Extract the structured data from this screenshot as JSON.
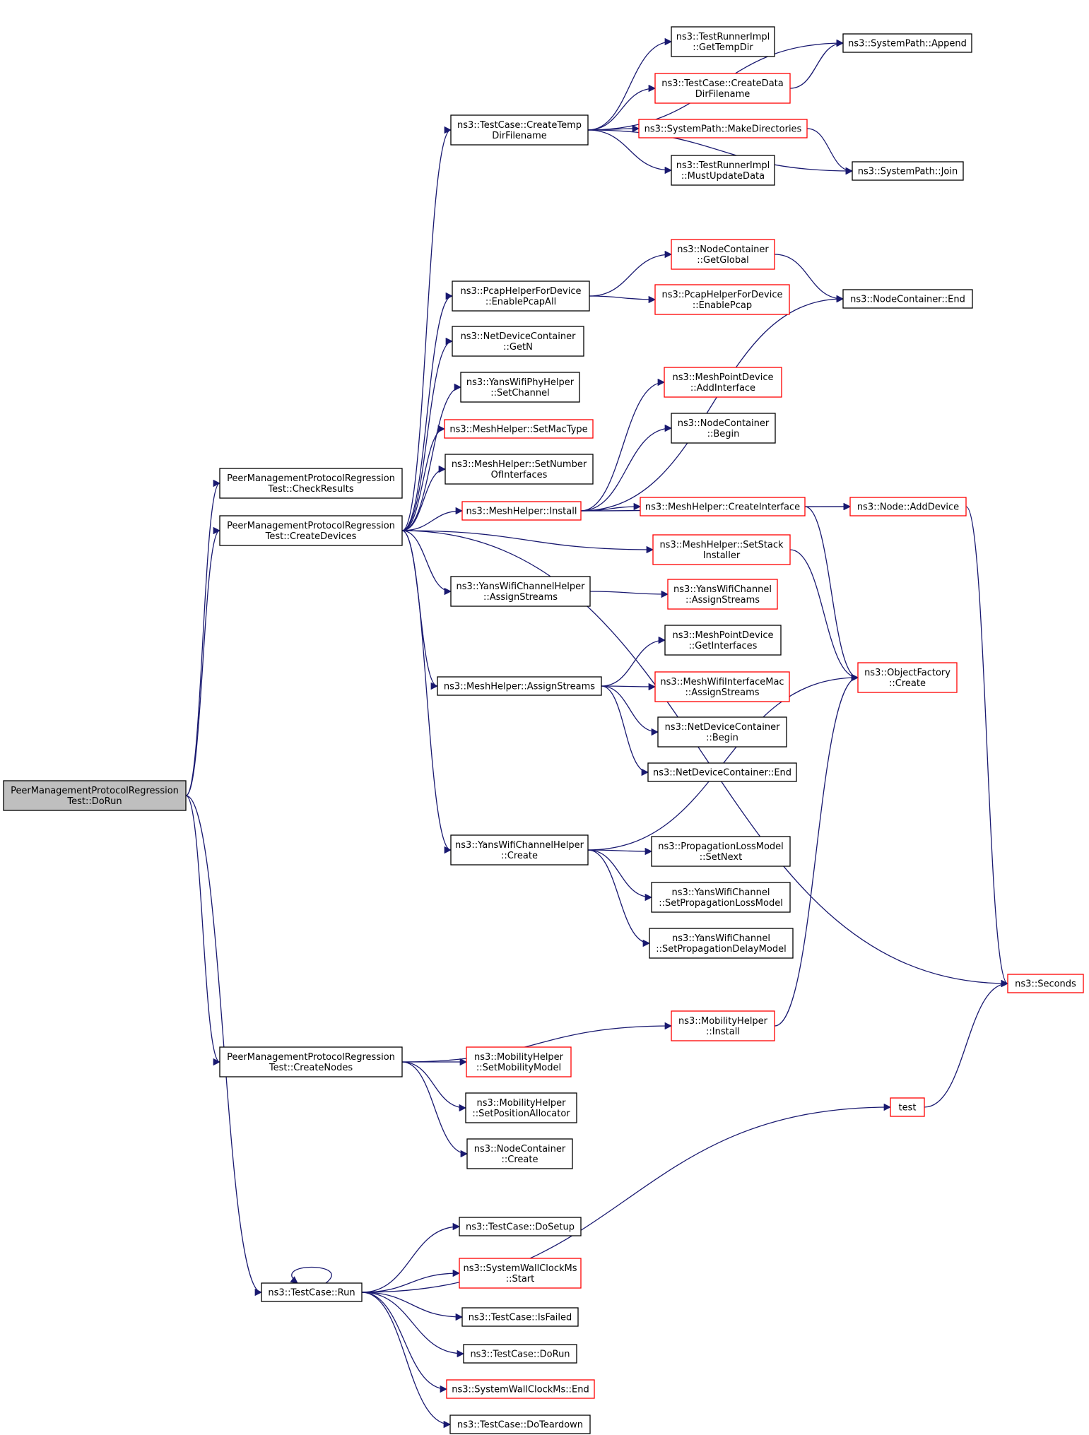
{
  "colors": {
    "edge": "#191970",
    "normal_border": "#000000",
    "red_border": "#ff0000",
    "root_fill": "#bfbfbf",
    "fill": "#ffffff"
  },
  "nodes": [
    {
      "id": "dorun",
      "lines": [
        "PeerManagementProtocolRegression",
        "Test::DoRun"
      ],
      "style": "root"
    },
    {
      "id": "checkresults",
      "lines": [
        "PeerManagementProtocolRegression",
        "Test::CheckResults"
      ],
      "style": "normal"
    },
    {
      "id": "createdevices",
      "lines": [
        "PeerManagementProtocolRegression",
        "Test::CreateDevices"
      ],
      "style": "normal"
    },
    {
      "id": "createnodes",
      "lines": [
        "PeerManagementProtocolRegression",
        "Test::CreateNodes"
      ],
      "style": "normal"
    },
    {
      "id": "run",
      "lines": [
        "ns3::TestCase::Run"
      ],
      "style": "normal"
    },
    {
      "id": "createtempdir",
      "lines": [
        "ns3::TestCase::CreateTemp",
        "DirFilename"
      ],
      "style": "normal"
    },
    {
      "id": "gettempdir",
      "lines": [
        "ns3::TestRunnerImpl",
        "::GetTempDir"
      ],
      "style": "normal"
    },
    {
      "id": "createdatadir",
      "lines": [
        "ns3::TestCase::CreateData",
        "DirFilename"
      ],
      "style": "red"
    },
    {
      "id": "append",
      "lines": [
        "ns3::SystemPath::Append"
      ],
      "style": "normal"
    },
    {
      "id": "makedirs",
      "lines": [
        "ns3::SystemPath::MakeDirectories"
      ],
      "style": "red"
    },
    {
      "id": "mustupdate",
      "lines": [
        "ns3::TestRunnerImpl",
        "::MustUpdateData"
      ],
      "style": "normal"
    },
    {
      "id": "join",
      "lines": [
        "ns3::SystemPath::Join"
      ],
      "style": "normal"
    },
    {
      "id": "enablepcapall",
      "lines": [
        "ns3::PcapHelperForDevice",
        "::EnablePcapAll"
      ],
      "style": "normal"
    },
    {
      "id": "getglobal",
      "lines": [
        "ns3::NodeContainer",
        "::GetGlobal"
      ],
      "style": "red"
    },
    {
      "id": "enablepcap",
      "lines": [
        "ns3::PcapHelperForDevice",
        "::EnablePcap"
      ],
      "style": "red"
    },
    {
      "id": "ncend",
      "lines": [
        "ns3::NodeContainer::End"
      ],
      "style": "normal"
    },
    {
      "id": "getn",
      "lines": [
        "ns3::NetDeviceContainer",
        "::GetN"
      ],
      "style": "normal"
    },
    {
      "id": "setchannel",
      "lines": [
        "ns3::YansWifiPhyHelper",
        "::SetChannel"
      ],
      "style": "normal"
    },
    {
      "id": "setmactype",
      "lines": [
        "ns3::MeshHelper::SetMacType"
      ],
      "style": "red"
    },
    {
      "id": "setnumif",
      "lines": [
        "ns3::MeshHelper::SetNumber",
        "OfInterfaces"
      ],
      "style": "normal"
    },
    {
      "id": "meshinstall",
      "lines": [
        "ns3::MeshHelper::Install"
      ],
      "style": "red"
    },
    {
      "id": "addinterface",
      "lines": [
        "ns3::MeshPointDevice",
        "::AddInterface"
      ],
      "style": "red"
    },
    {
      "id": "ncbegin",
      "lines": [
        "ns3::NodeContainer",
        "::Begin"
      ],
      "style": "normal"
    },
    {
      "id": "createinterface",
      "lines": [
        "ns3::MeshHelper::CreateInterface"
      ],
      "style": "red"
    },
    {
      "id": "adddevice",
      "lines": [
        "ns3::Node::AddDevice"
      ],
      "style": "red"
    },
    {
      "id": "setstack",
      "lines": [
        "ns3::MeshHelper::SetStack",
        "Installer"
      ],
      "style": "red"
    },
    {
      "id": "ywch_assign",
      "lines": [
        "ns3::YansWifiChannelHelper",
        "::AssignStreams"
      ],
      "style": "normal"
    },
    {
      "id": "ywc_assign",
      "lines": [
        "ns3::YansWifiChannel",
        "::AssignStreams"
      ],
      "style": "red"
    },
    {
      "id": "getinterfaces",
      "lines": [
        "ns3::MeshPointDevice",
        "::GetInterfaces"
      ],
      "style": "normal"
    },
    {
      "id": "mesh_assign",
      "lines": [
        "ns3::MeshHelper::AssignStreams"
      ],
      "style": "normal"
    },
    {
      "id": "mwim_assign",
      "lines": [
        "ns3::MeshWifiInterfaceMac",
        "::AssignStreams"
      ],
      "style": "red"
    },
    {
      "id": "objfactory",
      "lines": [
        "ns3::ObjectFactory",
        "::Create"
      ],
      "style": "red"
    },
    {
      "id": "ndcbegin",
      "lines": [
        "ns3::NetDeviceContainer",
        "::Begin"
      ],
      "style": "normal"
    },
    {
      "id": "ndcend",
      "lines": [
        "ns3::NetDeviceContainer::End"
      ],
      "style": "normal"
    },
    {
      "id": "ywch_create",
      "lines": [
        "ns3::YansWifiChannelHelper",
        "::Create"
      ],
      "style": "normal"
    },
    {
      "id": "setnext",
      "lines": [
        "ns3::PropagationLossModel",
        "::SetNext"
      ],
      "style": "normal"
    },
    {
      "id": "setloss",
      "lines": [
        "ns3::YansWifiChannel",
        "::SetPropagationLossModel"
      ],
      "style": "normal"
    },
    {
      "id": "setdelay",
      "lines": [
        "ns3::YansWifiChannel",
        "::SetPropagationDelayModel"
      ],
      "style": "normal"
    },
    {
      "id": "seconds",
      "lines": [
        "ns3::Seconds"
      ],
      "style": "red"
    },
    {
      "id": "mobinstall",
      "lines": [
        "ns3::MobilityHelper",
        "::Install"
      ],
      "style": "red"
    },
    {
      "id": "setmobility",
      "lines": [
        "ns3::MobilityHelper",
        "::SetMobilityModel"
      ],
      "style": "red"
    },
    {
      "id": "setposalloc",
      "lines": [
        "ns3::MobilityHelper",
        "::SetPositionAllocator"
      ],
      "style": "normal"
    },
    {
      "id": "nccreate",
      "lines": [
        "ns3::NodeContainer",
        "::Create"
      ],
      "style": "normal"
    },
    {
      "id": "test",
      "lines": [
        "test"
      ],
      "style": "red"
    },
    {
      "id": "dosetup",
      "lines": [
        "ns3::TestCase::DoSetup"
      ],
      "style": "normal"
    },
    {
      "id": "swcstart",
      "lines": [
        "ns3::SystemWallClockMs",
        "::Start"
      ],
      "style": "red"
    },
    {
      "id": "isfailed",
      "lines": [
        "ns3::TestCase::IsFailed"
      ],
      "style": "normal"
    },
    {
      "id": "tcdorun",
      "lines": [
        "ns3::TestCase::DoRun"
      ],
      "style": "normal"
    },
    {
      "id": "swcend",
      "lines": [
        "ns3::SystemWallClockMs::End"
      ],
      "style": "red"
    },
    {
      "id": "doteardown",
      "lines": [
        "ns3::TestCase::DoTeardown"
      ],
      "style": "normal"
    }
  ],
  "edges": [
    [
      "dorun",
      "checkresults"
    ],
    [
      "dorun",
      "createdevices"
    ],
    [
      "dorun",
      "createnodes"
    ],
    [
      "dorun",
      "run"
    ],
    [
      "createdevices",
      "createtempdir"
    ],
    [
      "createdevices",
      "enablepcapall"
    ],
    [
      "createdevices",
      "getn"
    ],
    [
      "createdevices",
      "setchannel"
    ],
    [
      "createdevices",
      "setmactype"
    ],
    [
      "createdevices",
      "setnumif"
    ],
    [
      "createdevices",
      "meshinstall"
    ],
    [
      "createdevices",
      "setstack"
    ],
    [
      "createdevices",
      "ywch_assign"
    ],
    [
      "createdevices",
      "mesh_assign"
    ],
    [
      "createdevices",
      "ywch_create"
    ],
    [
      "createdevices",
      "seconds"
    ],
    [
      "createtempdir",
      "append"
    ],
    [
      "createtempdir",
      "gettempdir"
    ],
    [
      "createtempdir",
      "createdatadir"
    ],
    [
      "createtempdir",
      "makedirs"
    ],
    [
      "createtempdir",
      "mustupdate"
    ],
    [
      "createtempdir",
      "join"
    ],
    [
      "createdatadir",
      "append"
    ],
    [
      "makedirs",
      "join"
    ],
    [
      "enablepcapall",
      "getglobal"
    ],
    [
      "enablepcapall",
      "enablepcap"
    ],
    [
      "getglobal",
      "ncend"
    ],
    [
      "meshinstall",
      "ncend"
    ],
    [
      "meshinstall",
      "addinterface"
    ],
    [
      "meshinstall",
      "ncbegin"
    ],
    [
      "meshinstall",
      "createinterface"
    ],
    [
      "meshinstall",
      "adddevice"
    ],
    [
      "createinterface",
      "adddevice"
    ],
    [
      "createinterface",
      "objfactory"
    ],
    [
      "adddevice",
      "seconds"
    ],
    [
      "setstack",
      "objfactory"
    ],
    [
      "ywch_assign",
      "ywc_assign"
    ],
    [
      "mesh_assign",
      "getinterfaces"
    ],
    [
      "mesh_assign",
      "mwim_assign"
    ],
    [
      "mesh_assign",
      "ndcbegin"
    ],
    [
      "mesh_assign",
      "ndcend"
    ],
    [
      "ywch_create",
      "objfactory"
    ],
    [
      "ywch_create",
      "setnext"
    ],
    [
      "ywch_create",
      "setloss"
    ],
    [
      "ywch_create",
      "setdelay"
    ],
    [
      "createnodes",
      "mobinstall"
    ],
    [
      "createnodes",
      "setmobility"
    ],
    [
      "createnodes",
      "setposalloc"
    ],
    [
      "createnodes",
      "nccreate"
    ],
    [
      "mobinstall",
      "objfactory"
    ],
    [
      "test",
      "seconds"
    ],
    [
      "run",
      "run"
    ],
    [
      "run",
      "test"
    ],
    [
      "run",
      "dosetup"
    ],
    [
      "run",
      "swcstart"
    ],
    [
      "run",
      "isfailed"
    ],
    [
      "run",
      "tcdorun"
    ],
    [
      "run",
      "swcend"
    ],
    [
      "run",
      "doteardown"
    ]
  ]
}
